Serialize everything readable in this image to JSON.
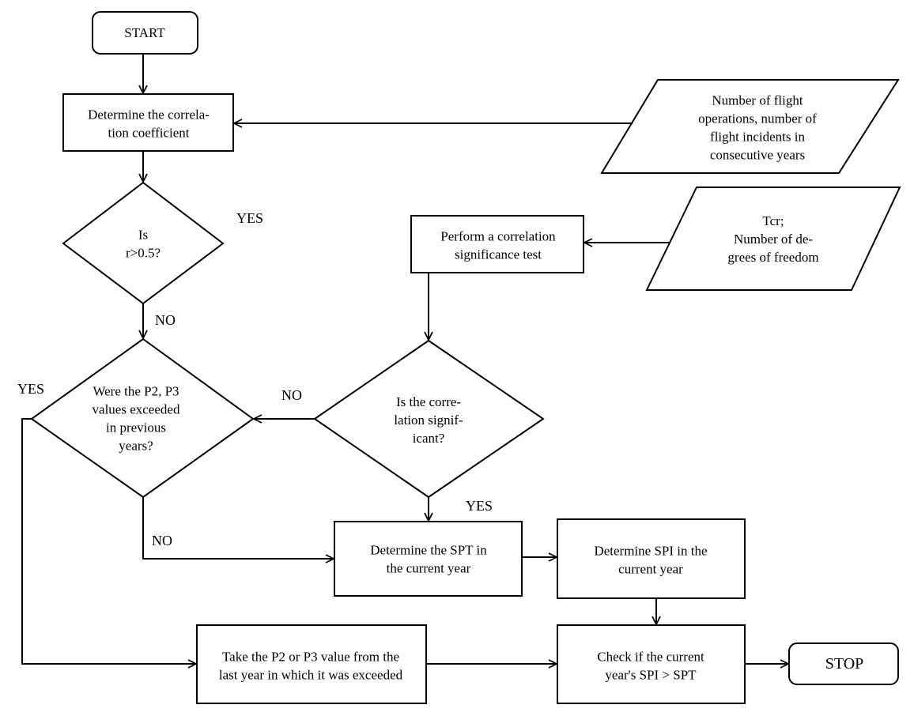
{
  "nodes": {
    "start": {
      "lines": [
        "START"
      ]
    },
    "corr": {
      "lines": [
        "Determine the correla-",
        "tion coefficient"
      ]
    },
    "input1": {
      "lines": [
        "Number of flight",
        "operations, number of",
        "flight incidents in",
        "consecutive years"
      ]
    },
    "dec_r": {
      "lines": [
        "Is",
        "r>0.5?"
      ]
    },
    "sigtest": {
      "lines": [
        "Perform a correlation",
        "significance test"
      ]
    },
    "input2": {
      "lines": [
        "Tcr;",
        "Number of de-",
        "grees of freedom"
      ]
    },
    "dec_p": {
      "lines": [
        "Were the P2, P3",
        "values exceeded",
        "in previous",
        "years?"
      ]
    },
    "dec_sig": {
      "lines": [
        "Is the corre-",
        "lation signif-",
        "icant?"
      ]
    },
    "spt": {
      "lines": [
        "Determine the SPT in",
        "the current year"
      ]
    },
    "spi": {
      "lines": [
        "Determine SPI in the",
        "current year"
      ]
    },
    "take": {
      "lines": [
        "Take the P2 or P3 value from the",
        "last year in which it was exceeded"
      ]
    },
    "check": {
      "lines": [
        "Check if the current",
        "year's SPI > SPT"
      ]
    },
    "stop": {
      "lines": [
        "STOP"
      ]
    }
  },
  "labels": {
    "r_yes": "YES",
    "r_no": "NO",
    "p_yes": "YES",
    "p_no": "NO",
    "sig_no": "NO",
    "sig_yes": "YES"
  }
}
